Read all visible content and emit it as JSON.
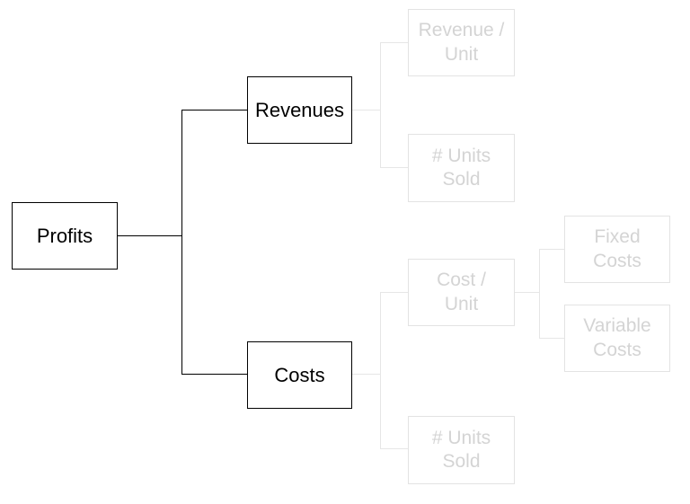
{
  "diagram": {
    "root": "Profits",
    "revenues": {
      "label": "Revenues",
      "children": [
        "Revenue /\nUnit",
        "# Units\nSold"
      ]
    },
    "costs": {
      "label": "Costs",
      "cost_per_unit": {
        "label": "Cost /\nUnit",
        "children": [
          "Fixed\nCosts",
          "Variable\nCosts"
        ]
      },
      "units_sold": "# Units\nSold"
    }
  },
  "colors": {
    "active_border": "#000000",
    "faded_border": "#e3e3e3",
    "faded_text": "#d4d4d4"
  }
}
